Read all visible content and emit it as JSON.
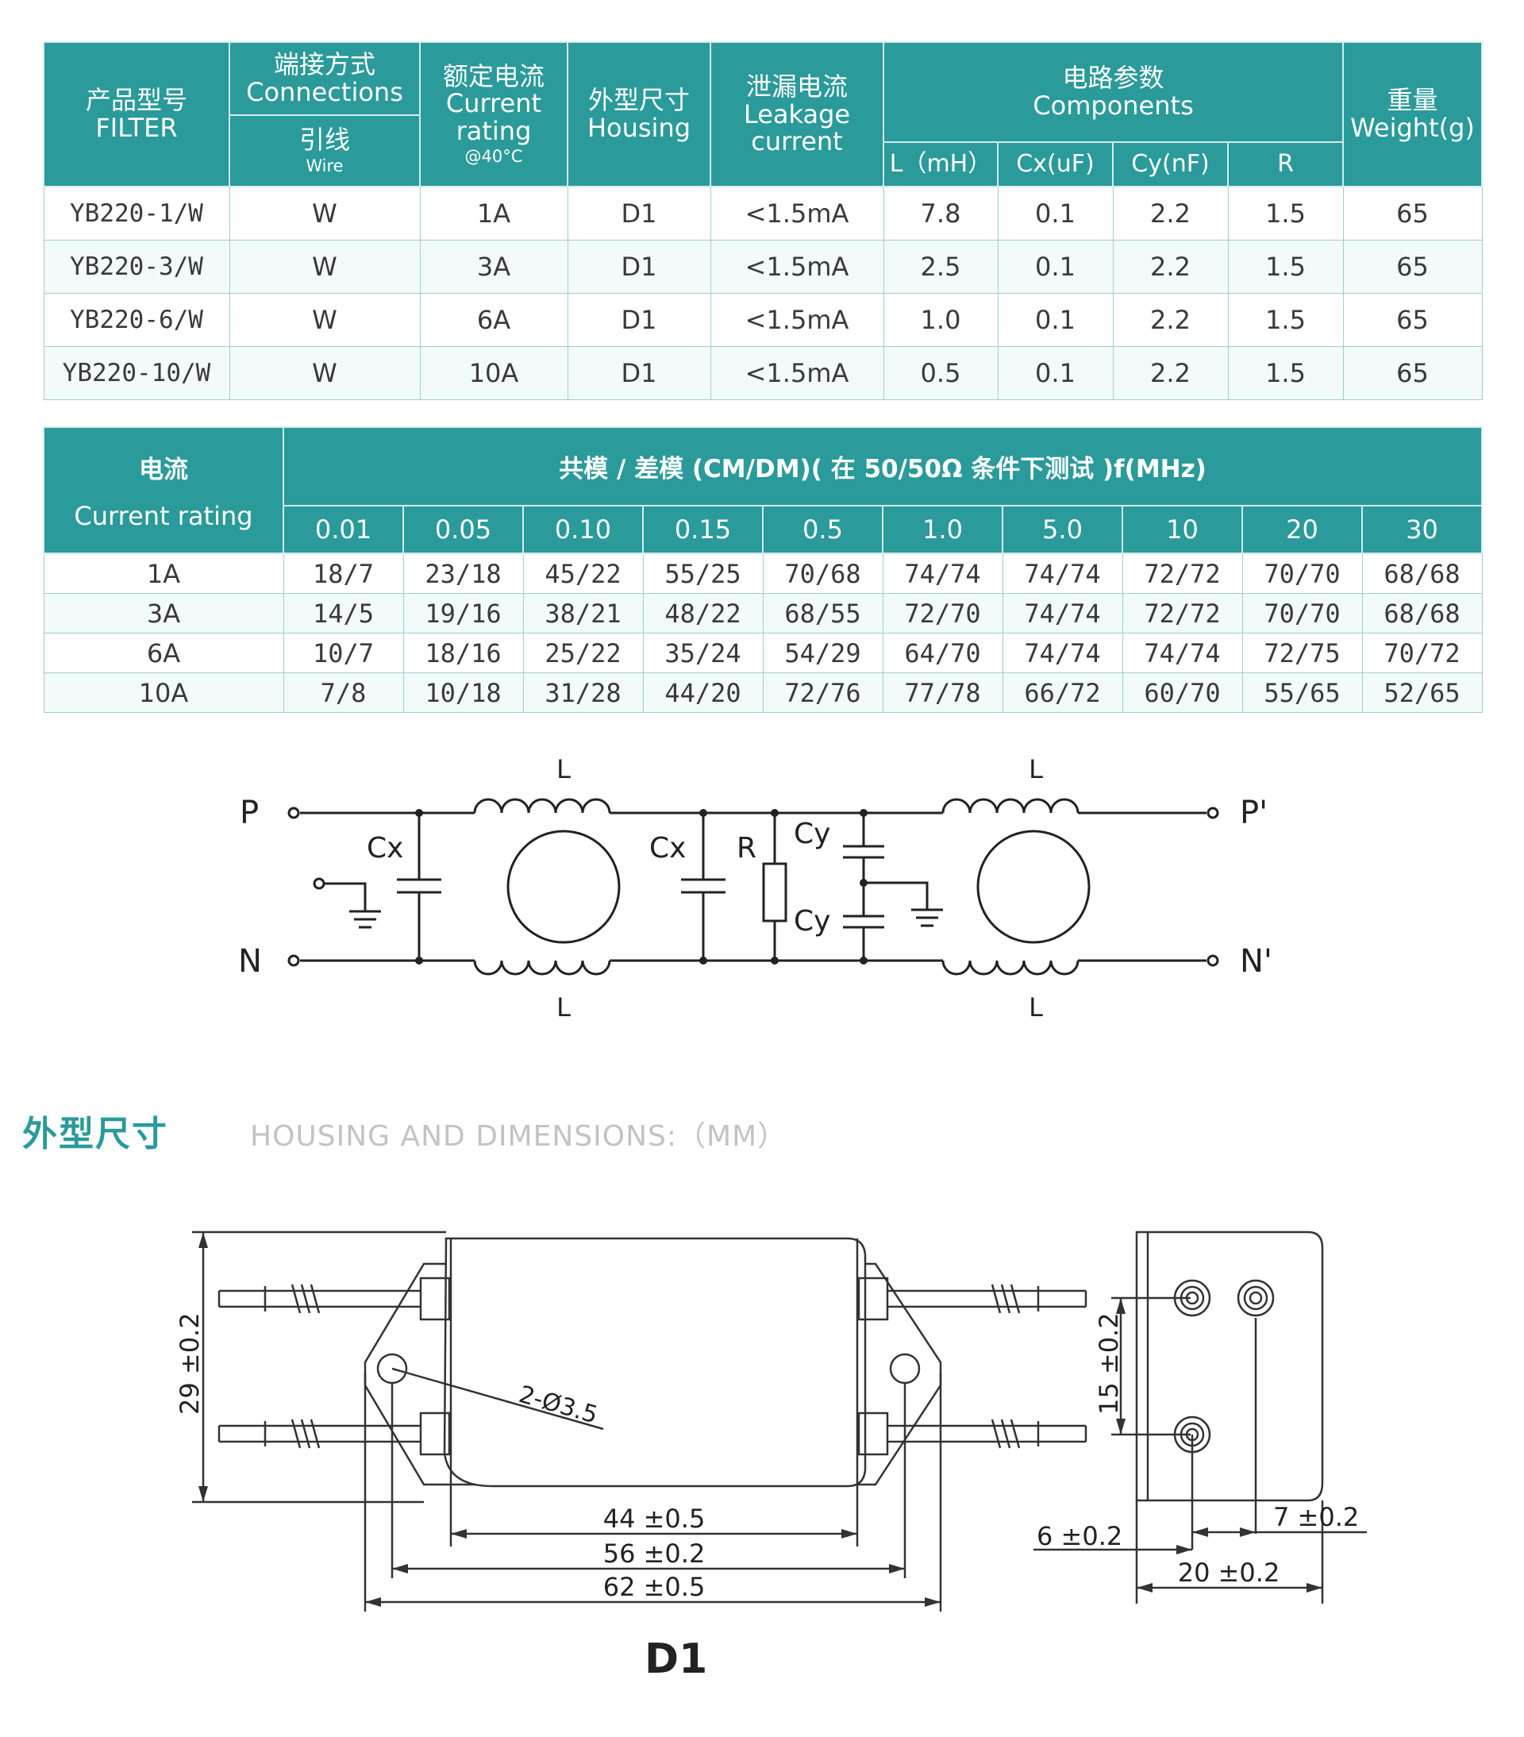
{
  "spec_table": {
    "headers": {
      "filter_zh": "产品型号",
      "filter_en": "FILTER",
      "conn_zh": "端接方式",
      "conn_en": "Connections",
      "wire_zh": "引线",
      "wire_en": "Wire",
      "current_zh": "额定电流",
      "current_en1": "Current",
      "current_en2": "rating",
      "current_temp": "@40°C",
      "housing_zh": "外型尺寸",
      "housing_en": "Housing",
      "leak_zh": "泄漏电流",
      "leak_en1": "Leakage",
      "leak_en2": "current",
      "comp_zh": "电路参数",
      "comp_en": "Components",
      "weight_zh": "重量",
      "weight_en": "Weight(g)",
      "l": "L（mH）",
      "cx": "Cx(uF)",
      "cy": "Cy(nF)",
      "r": "R"
    },
    "rows": [
      [
        "YB220-1/W",
        "W",
        "1A",
        "D1",
        "<1.5mA",
        "7.8",
        "0.1",
        "2.2",
        "1.5",
        "65"
      ],
      [
        "YB220-3/W",
        "W",
        "3A",
        "D1",
        "<1.5mA",
        "2.5",
        "0.1",
        "2.2",
        "1.5",
        "65"
      ],
      [
        "YB220-6/W",
        "W",
        "6A",
        "D1",
        "<1.5mA",
        "1.0",
        "0.1",
        "2.2",
        "1.5",
        "65"
      ],
      [
        "YB220-10/W",
        "W",
        "10A",
        "D1",
        "<1.5mA",
        "0.5",
        "0.1",
        "2.2",
        "1.5",
        "65"
      ]
    ]
  },
  "attenuation_table": {
    "current_zh": "电流",
    "current_en": "Current rating",
    "title": "共模 / 差模 (CM/DM)( 在 50/50Ω 条件下测试 )f(MHz)",
    "frequencies": [
      "0.01",
      "0.05",
      "0.10",
      "0.15",
      "0.5",
      "1.0",
      "5.0",
      "10",
      "20",
      "30"
    ],
    "rows": [
      {
        "current": "1A",
        "values": [
          "18/7",
          "23/18",
          "45/22",
          "55/25",
          "70/68",
          "74/74",
          "74/74",
          "72/72",
          "70/70",
          "68/68"
        ]
      },
      {
        "current": "3A",
        "values": [
          "14/5",
          "19/16",
          "38/21",
          "48/22",
          "68/55",
          "72/70",
          "74/74",
          "72/72",
          "70/70",
          "68/68"
        ]
      },
      {
        "current": "6A",
        "values": [
          "10/7",
          "18/16",
          "25/22",
          "35/24",
          "54/29",
          "64/70",
          "74/74",
          "74/74",
          "72/75",
          "70/72"
        ]
      },
      {
        "current": "10A",
        "values": [
          "7/8",
          "10/18",
          "31/28",
          "44/20",
          "72/76",
          "77/78",
          "66/72",
          "60/70",
          "55/65",
          "52/65"
        ]
      }
    ]
  },
  "circuit": {
    "p": "P",
    "n": "N",
    "p_out": "P'",
    "n_out": "N'",
    "l": "L",
    "cx": "Cx",
    "cy": "Cy",
    "r": "R"
  },
  "section": {
    "title_zh": "外型尺寸",
    "title_en": "HOUSING AND DIMENSIONS:（MM）"
  },
  "drawing": {
    "holes": "2-Ø3.5",
    "height": "29 ±0.2",
    "w44": "44 ±0.5",
    "w56": "56 ±0.2",
    "w62": "62 ±0.5",
    "side_15": "15 ±0.2",
    "side_6": "6 ±0.2",
    "side_7": "7 ±0.2",
    "side_20": "20 ±0.2",
    "housing_code": "D1"
  }
}
